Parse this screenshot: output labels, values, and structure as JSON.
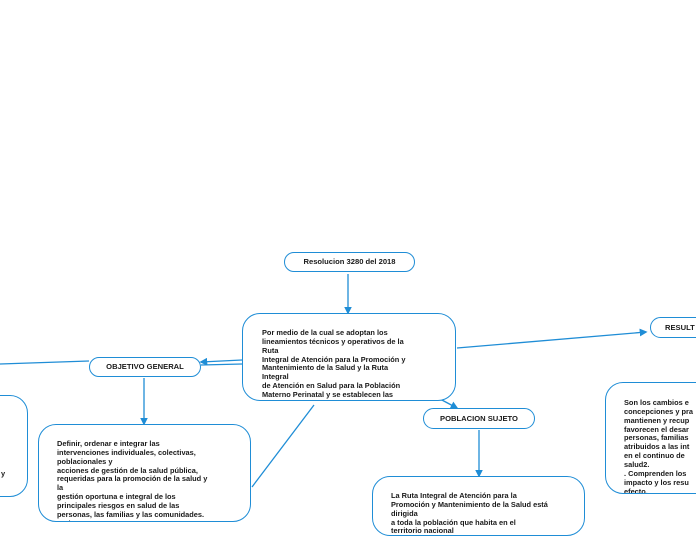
{
  "nodes": {
    "resolution": "Resolucion 3280 del 2018",
    "central": "Por medio de la cual se adoptan los\nlineamientos técnicos y operativos de la\nRuta\nIntegral de Atención para la Promoción y\nMantenimiento de la Salud y la Ruta\nIntegral\nde Atención en Salud para la Población\nMaterno Perinatal y se establecen las\ndirectrices para su operación",
    "objetivo_general": "OBJETIVO GENERAL",
    "objetivo_text": "Definir, ordenar e integrar las\nintervenciones individuales, colectivas,\npoblacionales y\nacciones de gestión de la salud pública,\nrequeridas para la promoción de la salud y\nla\ngestión oportuna e integral de los\nprincipales riesgos en salud de las\npersonas, las familias y las comunidades.\ntopic",
    "poblacion_sujeto": "POBLACION SUJETO",
    "poblacion_text": "La Ruta Integral de Atención para la\nPromoción y Mantenimiento de la Salud está\ndirigida\na toda la población que habita en el\nterritorio nacional",
    "resultados": "RESULT",
    "resultados_text": "Son los cambios e\nconcepciones y pra\nmantienen y recup\nfavorecen el desar\npersonas, familias\natribuidos a las int\nen el  continuo de\nsalud2.\n. Comprenden los\nimpacto y los resu\nefecto.",
    "left_partial": "y\n\na"
  },
  "colors": {
    "border": "#1f8dd6",
    "connector": "#1f8dd6",
    "text": "#1a1a1a",
    "background": "#ffffff"
  }
}
